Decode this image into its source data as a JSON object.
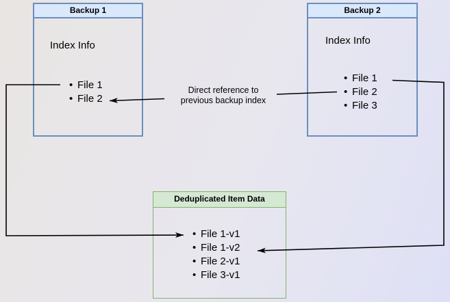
{
  "colors": {
    "bg_left": "#e8e5e2",
    "bg_mid": "#e8e7ef",
    "bg_right": "#dee0f6",
    "blue_fill": "#dae8fc",
    "blue_border": "#6c8ebf",
    "green_fill": "#d5e8d4",
    "green_border": "#82b366",
    "arrow": "#000000",
    "text": "#000000"
  },
  "nodes": {
    "backup1": {
      "title": "Backup 1",
      "body_label": "Index Info",
      "items": [
        "File 1",
        "File 2"
      ]
    },
    "backup2": {
      "title": "Backup 2",
      "body_label": "Index Info",
      "items": [
        "File 1",
        "File 2",
        "File 3"
      ]
    },
    "dedup": {
      "title": "Deduplicated Item Data",
      "items": [
        "File 1-v1",
        "File 1-v2",
        "File 2-v1",
        "File 3-v1"
      ]
    }
  },
  "annotation": {
    "line1": "Direct reference to",
    "line2": "previous backup index"
  },
  "connections": [
    {
      "from": "Backup 2 / File 2",
      "to": "Backup 1 / File 2",
      "label": "Direct reference to previous backup index"
    },
    {
      "from": "Backup 1 / File 1",
      "to": "Deduplicated Item Data / File 1-v1",
      "label": ""
    },
    {
      "from": "Backup 2 / File 1",
      "to": "Deduplicated Item Data / File 1-v2",
      "label": ""
    }
  ]
}
